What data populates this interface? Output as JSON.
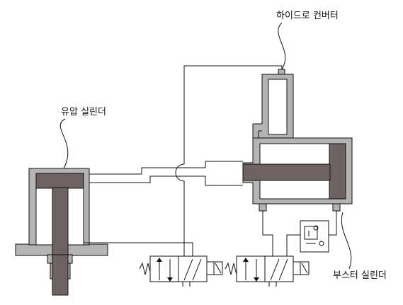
{
  "labels": {
    "hydro_converter": "하이드로 컨버터",
    "hydraulic_cylinder": "유압 실린더",
    "booster_cylinder": "부스터 실린더"
  },
  "colors": {
    "body_fill": "#b4b4b4",
    "piston_fill": "#6e6363",
    "line": "#111111",
    "background": "#ffffff"
  }
}
